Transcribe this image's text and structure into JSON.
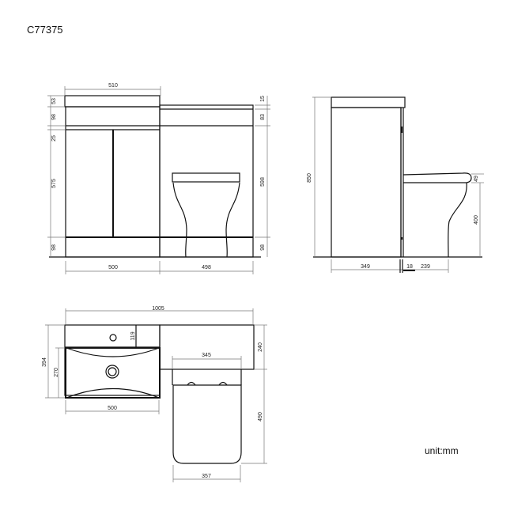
{
  "title": "C77375",
  "unit_label": "unit:mm",
  "front_view": {
    "basin_width": "510",
    "basin_top_thickness": "53",
    "top_rail_height": "98",
    "gap_height": "25",
    "door_height": "575",
    "plinth_height_left": "98",
    "cistern_top_thickness": "15",
    "cistern_panel_height": "83",
    "wc_unit_height": "598",
    "plinth_height_right": "98",
    "vanity_width": "500",
    "wc_unit_width": "498"
  },
  "side_view": {
    "total_height": "850",
    "unit_depth": "349",
    "gap": "18",
    "pan_projection": "239",
    "seat_thickness": "49",
    "pan_height": "400"
  },
  "top_view": {
    "total_width": "1005",
    "tap_deck_depth": "119",
    "basin_total_depth": "394",
    "bowl_depth": "270",
    "seat_width": "345",
    "wc_top_depth": "240",
    "pan_length": "490",
    "pan_width": "357",
    "bowl_width": "500"
  }
}
